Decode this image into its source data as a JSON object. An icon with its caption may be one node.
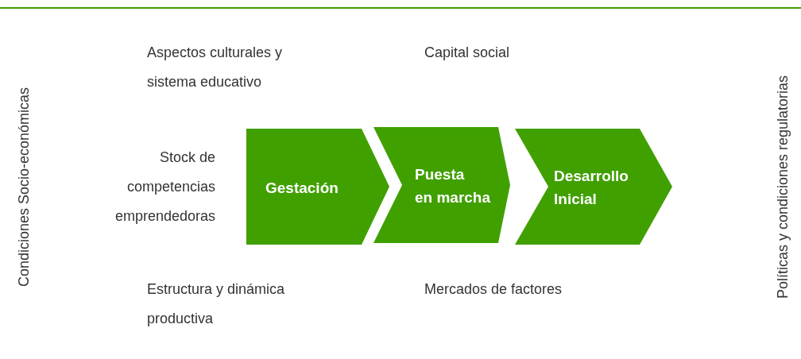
{
  "diagram": {
    "nodes": [
      {
        "text": [
          "Gestación"
        ]
      },
      {
        "text": [
          "Puesta en marcha"
        ]
      },
      {
        "text": [
          "Desarrollo Inicial"
        ]
      }
    ],
    "labels": [
      "Aspectos culturales y sistema educativo",
      "Capital social",
      "Condiciones Socio-económicas",
      "Stock de competencias emprendedoras",
      "Estructura y dinámica productiva",
      "Mercados de factores",
      "Políticas y condiciones regulatorias"
    ]
  }
}
